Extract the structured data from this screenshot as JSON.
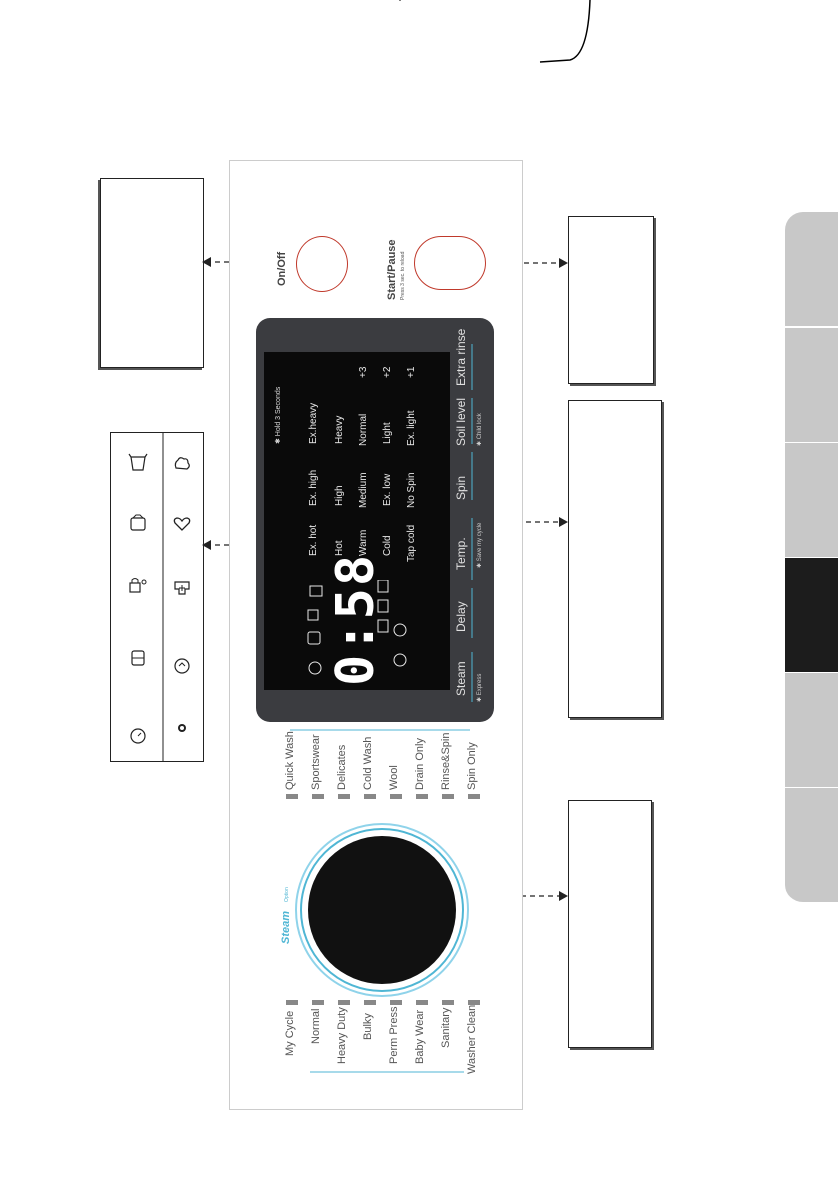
{
  "panel": {
    "on_off_label": "On/Off",
    "start_pause_label": "Start/Pause",
    "start_pause_sub": "Press 3 sec. to reload",
    "steam_option_label": "Steam",
    "steam_option_sub": "Option",
    "programs_left": [
      "My Cycle",
      "Normal",
      "Heavy Duty",
      "Bulky",
      "Perm Press",
      "Baby Wear",
      "Sanitary",
      "Washer Clean"
    ],
    "programs_right": [
      "Quick Wash",
      "Sportswear",
      "Delicates",
      "Cold Wash",
      "Wool",
      "Drain Only",
      "Rinse&Spin",
      "Spin Only"
    ]
  },
  "display": {
    "hold_text": "✱ Hold 3 Seconds",
    "time": "0:58",
    "temp": [
      "Ex. hot",
      "Hot",
      "Warm",
      "Cold",
      "Tap cold"
    ],
    "spin": [
      "Ex. high",
      "High",
      "Medium",
      "Ex. low",
      "No Spin"
    ],
    "soil": [
      "Ex.heavy",
      "Heavy",
      "Normal",
      "Light",
      "Ex. light"
    ],
    "rinse": [
      "+3",
      "+2",
      "+1"
    ],
    "buttons": [
      "Steam",
      "Delay",
      "Temp.",
      "Spin",
      "Soil level",
      "Extra rinse"
    ],
    "button_subs": [
      "✱ Express",
      "✱ Save my cycle",
      "✱ Child lock"
    ]
  },
  "icons": {
    "row1": [
      "timer-icon",
      "lock-icon",
      "child-lock-icon",
      "drum-icon",
      "tub-icon"
    ],
    "row2": [
      "wifi-icon",
      "express-icon",
      "extra-rinse-icon",
      "heart-icon",
      "steam-icon"
    ]
  }
}
